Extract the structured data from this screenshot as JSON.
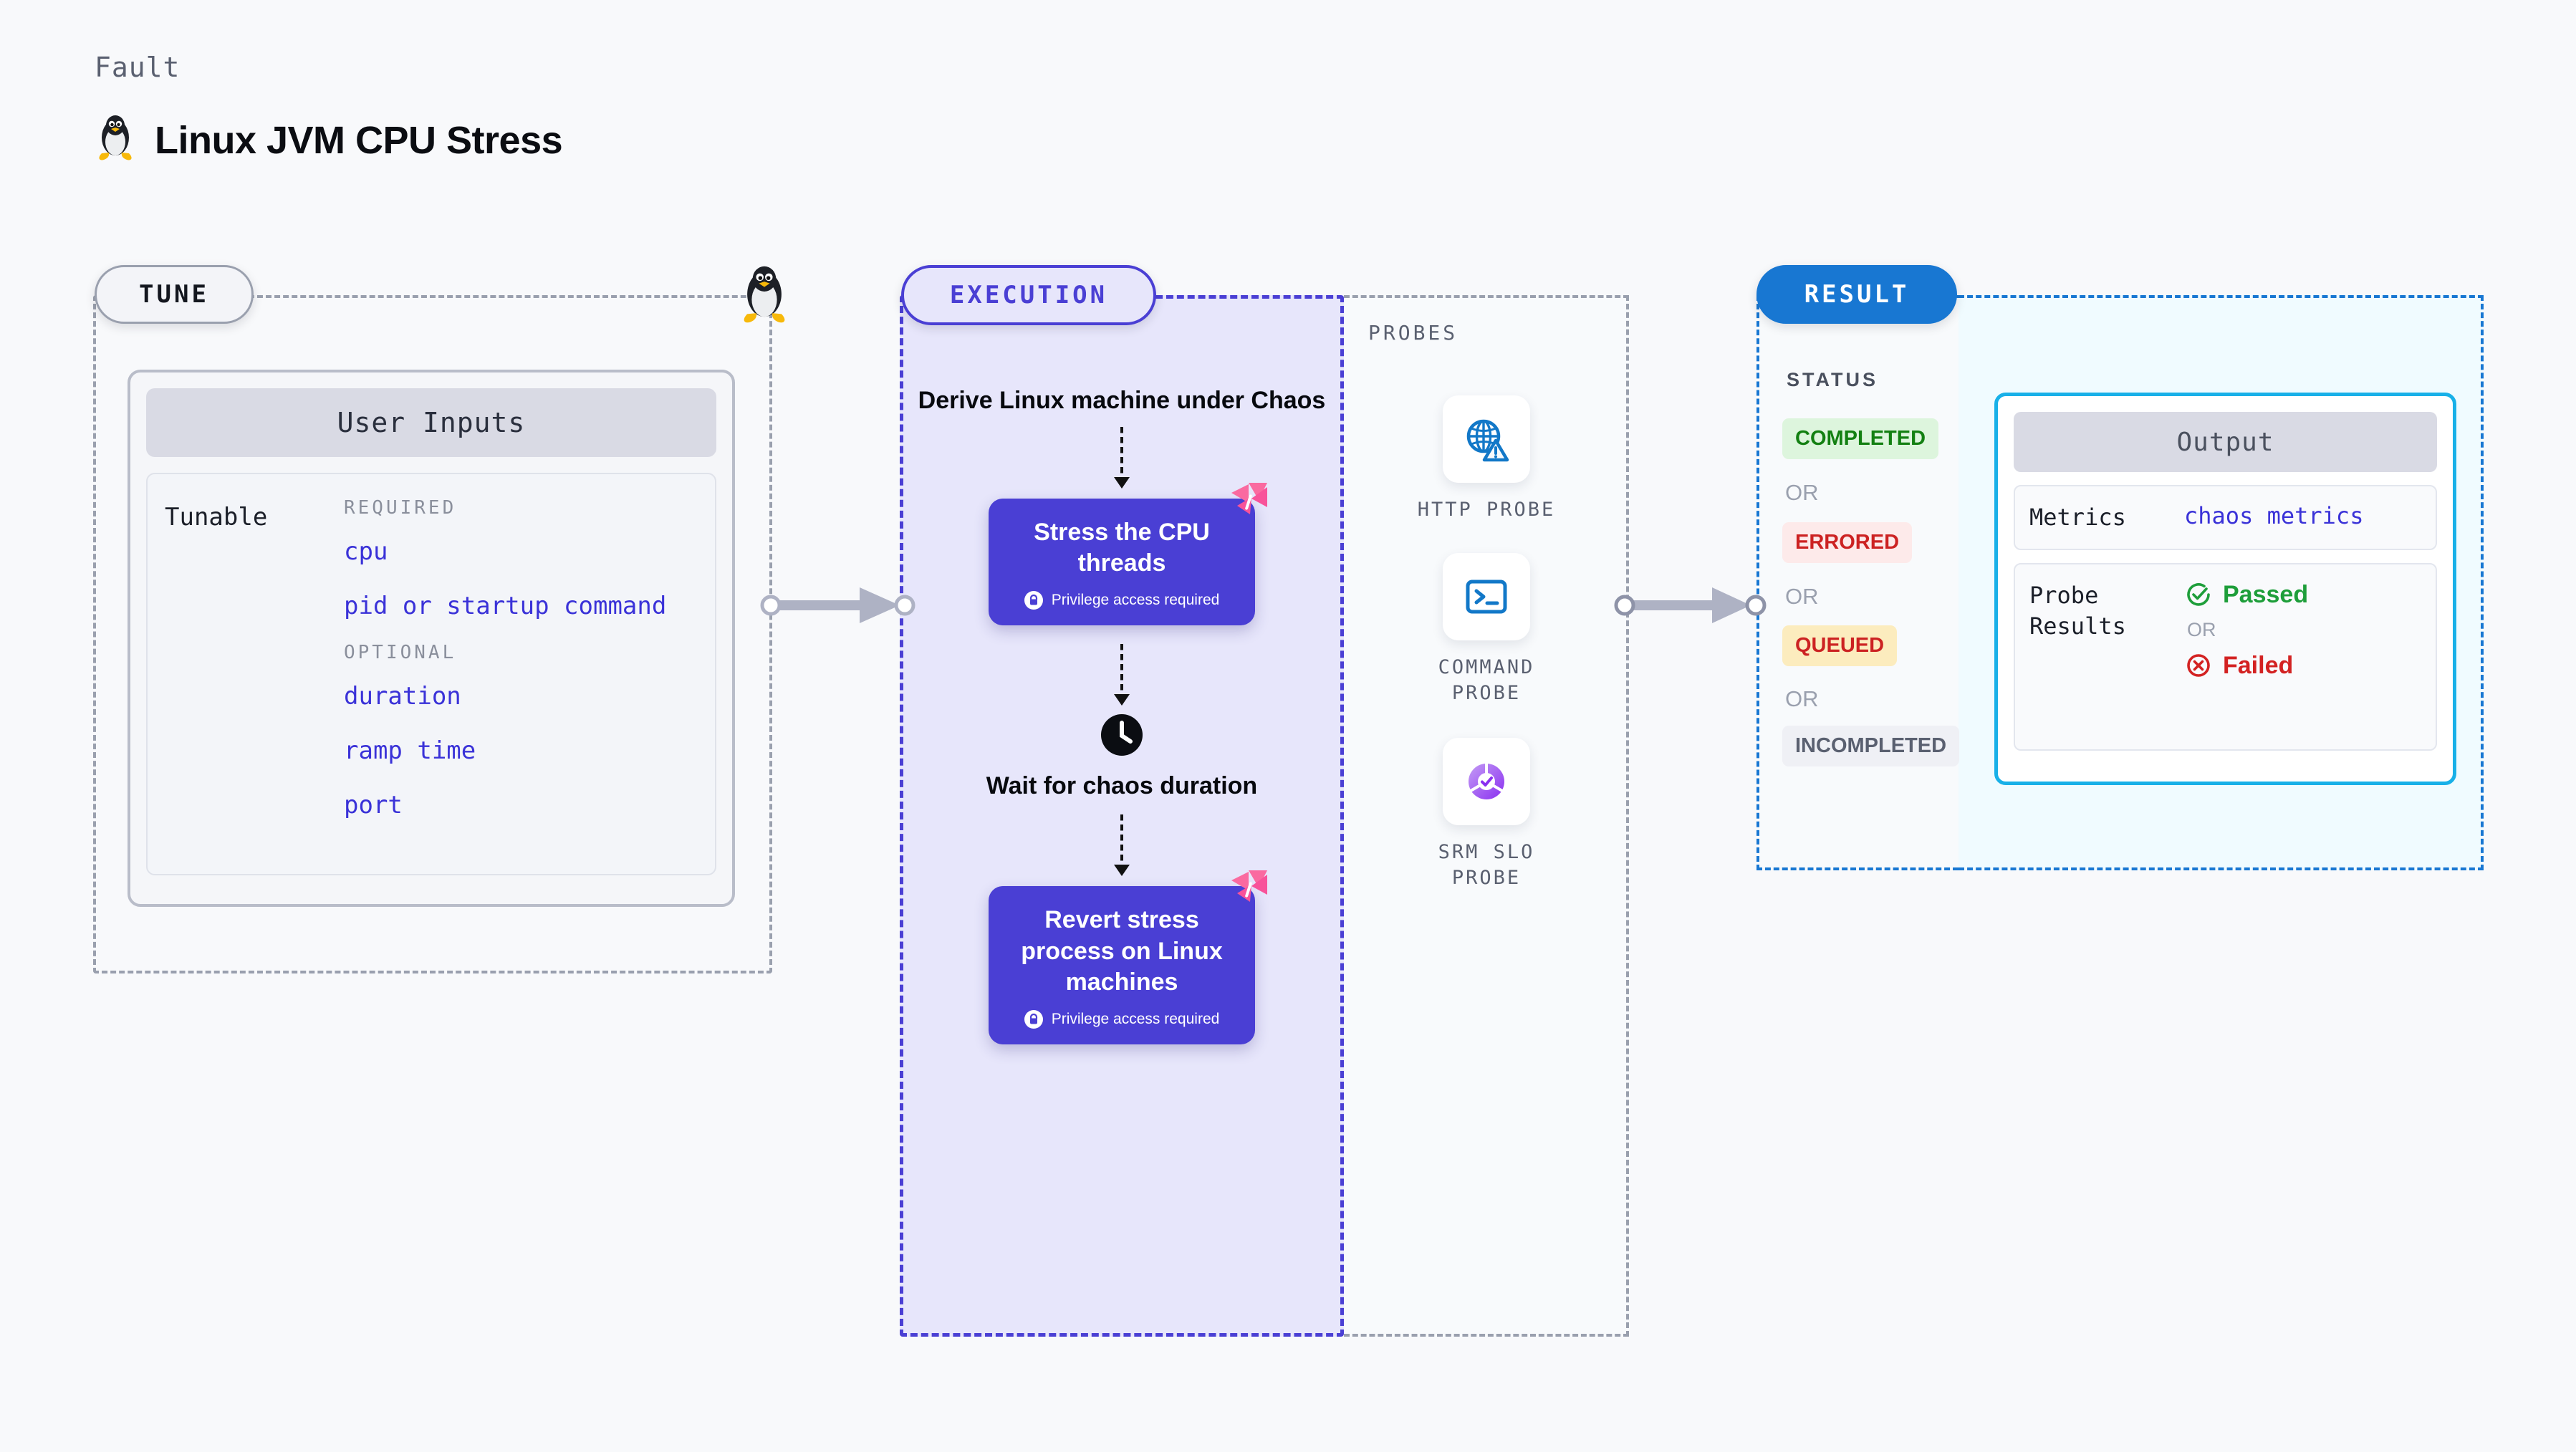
{
  "header": {
    "kicker": "Fault",
    "title": "Linux JVM CPU Stress",
    "icon": "linux-penguin-icon"
  },
  "tune": {
    "badge": "TUNE",
    "card_title": "User Inputs",
    "tunable_label": "Tunable",
    "groups": [
      {
        "title": "REQUIRED",
        "params": [
          "cpu",
          "pid or startup command"
        ]
      },
      {
        "title": "OPTIONAL",
        "params": [
          "duration",
          "ramp time",
          "port"
        ]
      }
    ]
  },
  "execution": {
    "badge": "EXECUTION",
    "steps": [
      {
        "type": "text",
        "label": "Derive Linux machine under Chaos"
      },
      {
        "type": "action",
        "label": "Stress the CPU threads",
        "privilege": "Privilege access required"
      },
      {
        "type": "wait",
        "label": "Wait for chaos duration",
        "icon": "clock-icon"
      },
      {
        "type": "action",
        "label": "Revert stress process on Linux machines",
        "privilege": "Privilege access required"
      }
    ]
  },
  "probes": {
    "title": "PROBES",
    "items": [
      {
        "label": "HTTP PROBE",
        "icon": "globe-warning-icon"
      },
      {
        "label": "COMMAND PROBE",
        "icon": "terminal-icon"
      },
      {
        "label": "SRM SLO PROBE",
        "icon": "slo-donut-check-icon"
      }
    ]
  },
  "result": {
    "badge": "RESULT",
    "status_title": "STATUS",
    "or_label": "OR",
    "statuses": [
      {
        "label": "COMPLETED",
        "bg": "#ddf5dd",
        "fg": "#138012"
      },
      {
        "label": "ERRORED",
        "bg": "#fdeaea",
        "fg": "#cc2222"
      },
      {
        "label": "QUEUED",
        "bg": "#fcecbe",
        "fg": "#cc2222"
      },
      {
        "label": "INCOMPLETED",
        "bg": "#eff0f5",
        "fg": "#5a6070"
      }
    ]
  },
  "output": {
    "title": "Output",
    "metrics_key": "Metrics",
    "metrics_value": "chaos metrics",
    "probe_results_key": "Probe Results",
    "passed_label": "Passed",
    "failed_label": "Failed",
    "or_label": "OR"
  },
  "colors": {
    "accent_indigo": "#4a3fd4",
    "accent_blue": "#1877d2",
    "accent_cyan": "#18b0e8",
    "pink_badge": "#fa6aa0",
    "connector_gray": "#aeb2c4"
  }
}
